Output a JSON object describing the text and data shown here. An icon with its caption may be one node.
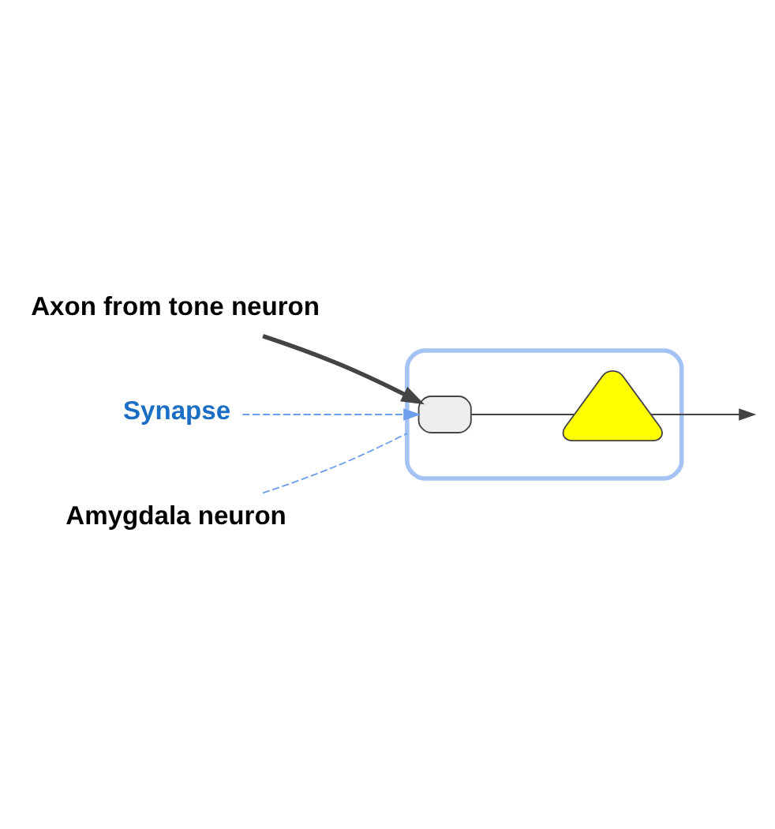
{
  "diagram": {
    "nodes": [
      {
        "text": [
          "Axon from tone neuron"
        ]
      },
      {
        "text": [],
        "shape": "ellipse"
      },
      {
        "text": [],
        "shape": "box",
        "in": 1
      },
      {
        "text": [],
        "shape": "triangle",
        "in": 1
      },
      {
        "text": [
          "Synapse"
        ]
      },
      {
        "text": [
          "Amygdala neuron"
        ]
      }
    ],
    "edges": [
      {
        "from": 0,
        "to": 2,
        "arrow": "to",
        "style": "thick"
      },
      {
        "from": 2,
        "to": 3,
        "arrow": "none"
      },
      {
        "from": 3,
        "to": null,
        "arrow": "to"
      },
      {
        "from": 4,
        "to": 2,
        "arrow": "to",
        "style": "dashed",
        "color": "#6d9eeb"
      },
      {
        "from": 5,
        "to": 1,
        "arrow": "none",
        "style": "dashed",
        "color": "#6d9eeb"
      }
    ]
  }
}
